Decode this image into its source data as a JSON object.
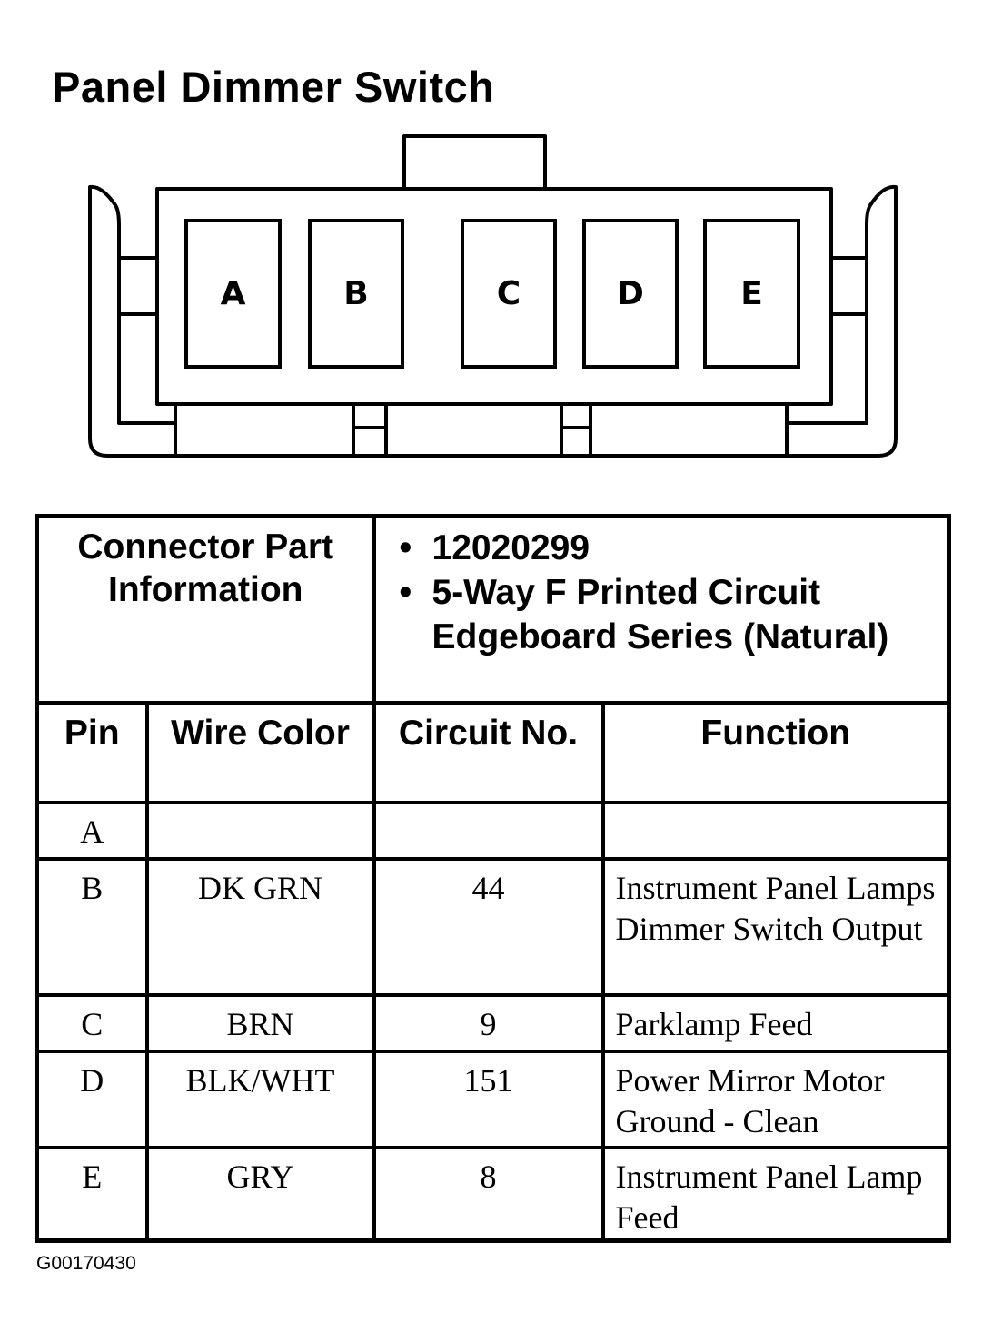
{
  "title": "Panel Dimmer Switch",
  "connector": {
    "pins": [
      "A",
      "B",
      "C",
      "D",
      "E"
    ]
  },
  "part_info": {
    "label": "Connector Part Information",
    "items": [
      "12020299",
      "5-Way F Printed Circuit Edgeboard Series (Natural)"
    ]
  },
  "table": {
    "headers": {
      "pin": "Pin",
      "wire_color": "Wire Color",
      "circuit": "Circuit No.",
      "function": "Function"
    },
    "rows": [
      {
        "pin": "A",
        "wire_color": "",
        "circuit": "",
        "function": ""
      },
      {
        "pin": "B",
        "wire_color": "DK GRN",
        "circuit": "44",
        "function": "Instrument Panel Lamps Dimmer Switch Output"
      },
      {
        "pin": "C",
        "wire_color": "BRN",
        "circuit": "9",
        "function": "Parklamp Feed"
      },
      {
        "pin": "D",
        "wire_color": "BLK/WHT",
        "circuit": "151",
        "function": "Power Mirror Motor Ground - Clean"
      },
      {
        "pin": "E",
        "wire_color": "GRY",
        "circuit": "8",
        "function": "Instrument Panel Lamp Feed"
      }
    ]
  },
  "figure_id": "G00170430"
}
